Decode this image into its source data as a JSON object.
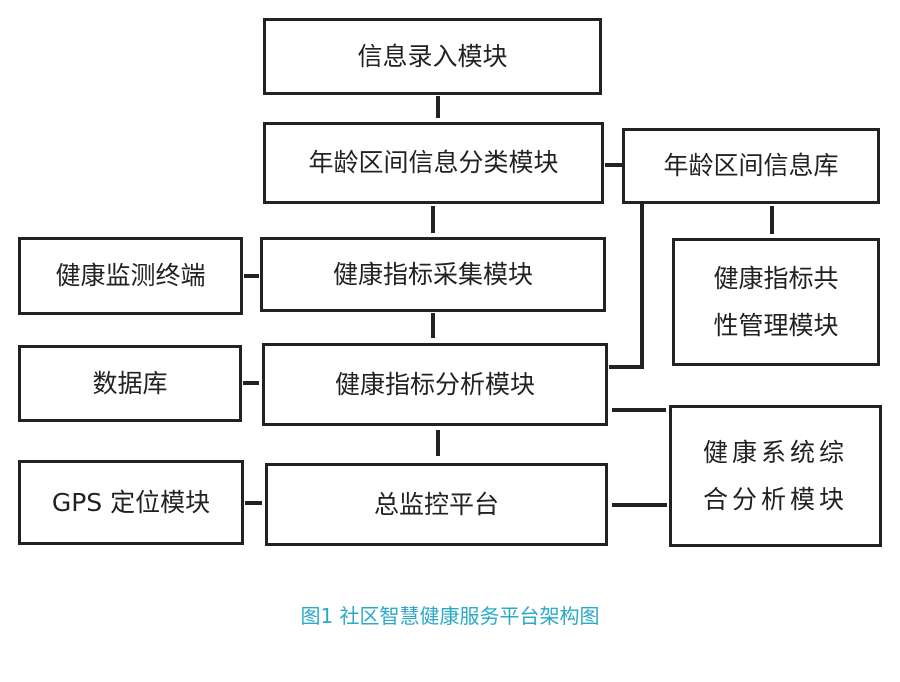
{
  "nodes": {
    "info_entry": "信息录入模块",
    "age_classify": "年龄区间信息分类模块",
    "age_db": "年龄区间信息库",
    "health_terminal": "健康监测终端",
    "collect": "健康指标采集模块",
    "common_mgmt_line1": "健康指标共",
    "common_mgmt_line2": "性管理模块",
    "database": "数据库",
    "analysis": "健康指标分析模块",
    "comprehensive_line1": "健康系统综",
    "comprehensive_line2": "合分析模块",
    "gps": "GPS 定位模块",
    "platform": "总监控平台"
  },
  "caption": "图1 社区智慧健康服务平台架构图"
}
